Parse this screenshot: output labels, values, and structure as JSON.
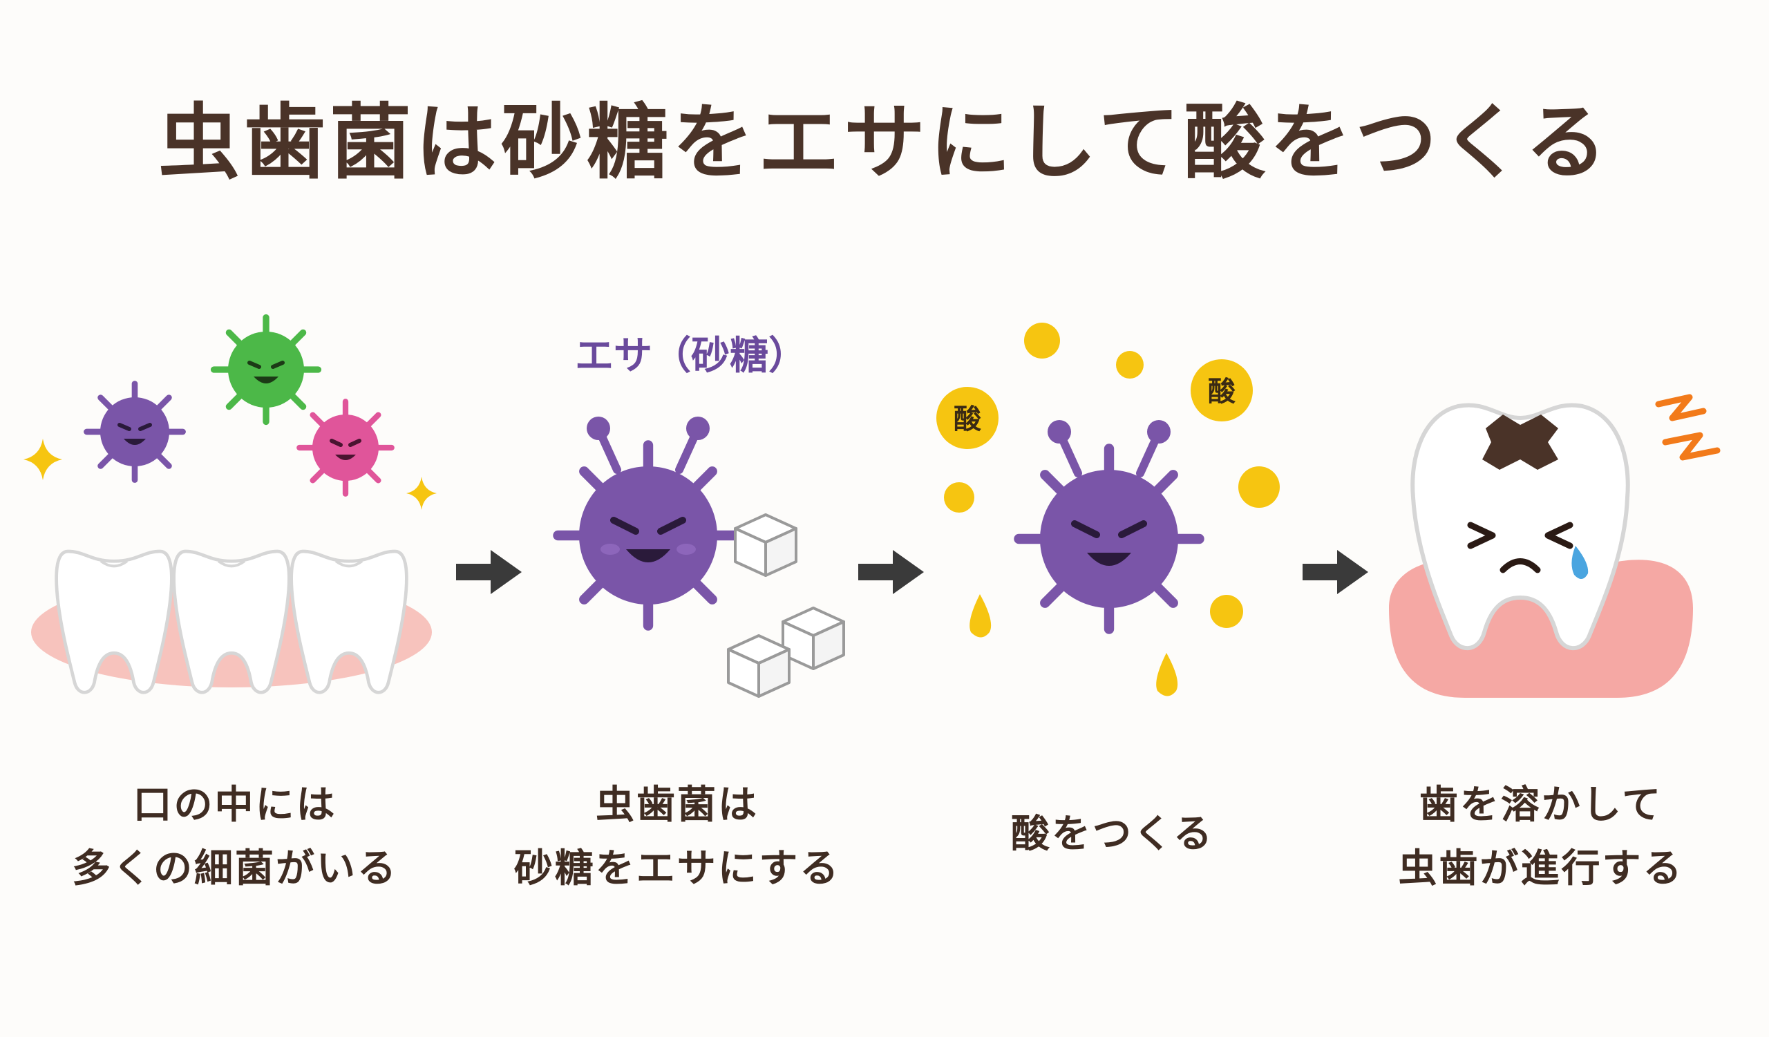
{
  "title": "虫歯菌は砂糖をエサにして酸をつくる",
  "food_label": "エサ（砂糖）",
  "acid_badge": "酸",
  "steps": [
    {
      "line1": "口の中には",
      "line2": "多くの細菌がいる"
    },
    {
      "line1": "虫歯菌は",
      "line2": "砂糖をエサにする"
    },
    {
      "line1": "酸をつくる",
      "line2": ""
    },
    {
      "line1": "歯を溶かして",
      "line2": "虫歯が進行する"
    }
  ],
  "colors": {
    "text": "#4a3328",
    "bacteria_purple": "#7a55a8",
    "bacteria_green": "#4cb848",
    "bacteria_pink": "#e0559a",
    "acid_yellow": "#f6c511",
    "gum_pink": "#f5a8a4",
    "cavity_brown": "#4a3328",
    "arrow": "#3a3a3a",
    "sparkle": "#f6c511",
    "pain_orange": "#f27a1a",
    "tear_blue": "#4aa5e0"
  }
}
